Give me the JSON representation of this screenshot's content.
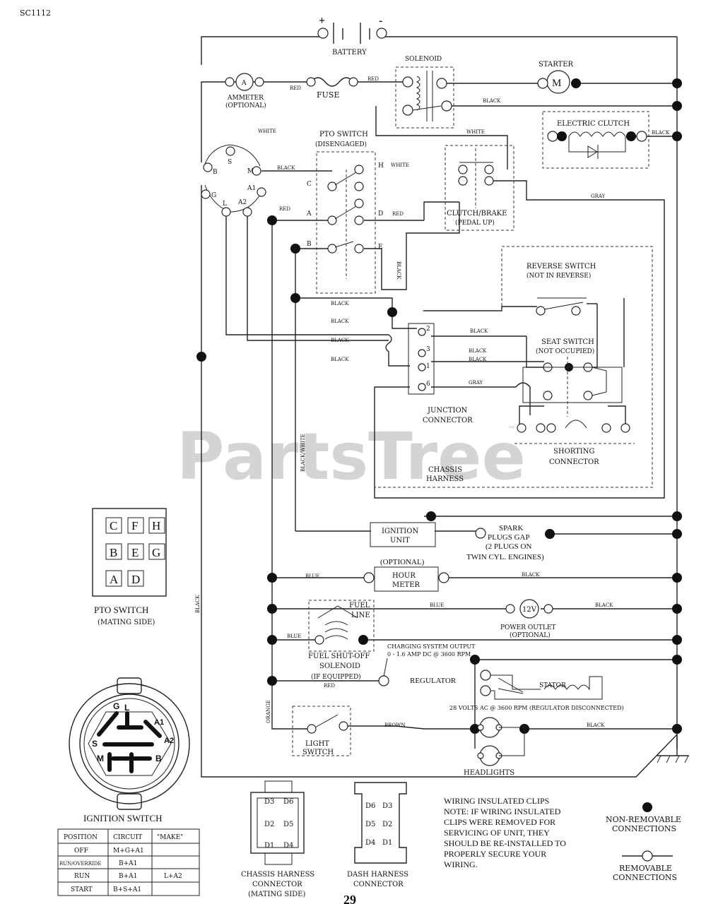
{
  "page_code": "SC1112",
  "page_number": "29",
  "watermark": "PartsTree",
  "watermark_tm": "™",
  "components": {
    "battery": "BATTERY",
    "battery_plus": "+",
    "battery_minus": "-",
    "solenoid": "SOLENOID",
    "starter": "STARTER",
    "starter_motor": "M",
    "ammeter": "AMMETER",
    "ammeter_optional": "(OPTIONAL)",
    "ammeter_symbol": "A",
    "fuse": "FUSE",
    "electric_clutch": "ELECTRIC CLUTCH",
    "pto_switch": "PTO SWITCH",
    "pto_switch_state": "(DISENGAGED)",
    "clutch_brake": "CLUTCH/BRAKE",
    "clutch_brake_state": "(PEDAL UP)",
    "reverse_switch": "REVERSE SWITCH",
    "reverse_switch_state": "(NOT IN REVERSE)",
    "seat_switch": "SEAT SWITCH",
    "seat_switch_state": "(NOT OCCUPIED)",
    "junction_connector_1": "JUNCTION",
    "junction_connector_2": "CONNECTOR",
    "shorting_connector_1": "SHORTING",
    "shorting_connector_2": "CONNECTOR",
    "chassis_harness_1": "CHASSIS",
    "chassis_harness_2": "HARNESS",
    "ignition_unit_1": "IGNITION",
    "ignition_unit_2": "UNIT",
    "spark_1": "SPARK",
    "spark_2": "PLUGS GAP",
    "spark_3": "(2 PLUGS ON",
    "spark_4": "TWIN CYL. ENGINES)",
    "hour_meter_optional": "(OPTIONAL)",
    "hour_meter_1": "HOUR",
    "hour_meter_2": "METER",
    "fuel_line_1": "FUEL",
    "fuel_line_2": "LINE",
    "power_outlet_1": "POWER OUTLET",
    "power_outlet_2": "(OPTIONAL)",
    "power_outlet_symbol": "12V",
    "fuel_shutoff_1": "FUEL SHUT-OFF",
    "fuel_shutoff_2": "SOLENOID",
    "fuel_shutoff_3": "(IF EQUIPPED)",
    "charging_1": "CHARGING SYSTEM OUTPUT",
    "charging_2": "0 - 1.6 AMP DC @ 3600 RPM",
    "regulator": "REGULATOR",
    "stator": "STATOR",
    "volt_ac": "28 VOLTS AC @ 3600 RPM (REGULATOR DISCONNECTED)",
    "light_switch_1": "LIGHT",
    "light_switch_2": "SWITCH",
    "headlights": "HEADLIGHTS"
  },
  "wire_colors": {
    "red": "RED",
    "black": "BLACK",
    "white": "WHITE",
    "gray": "GRAY",
    "blue": "BLUE",
    "orange": "ORANGE",
    "brown": "BROWN",
    "black_white": "BLACK/WHITE"
  },
  "ignition_terminals": {
    "s": "S",
    "b": "B",
    "m": "M",
    "g": "G",
    "l": "L",
    "a1": "A1",
    "a2": "A2"
  },
  "pto_terminals": {
    "a": "A",
    "b": "B",
    "c": "C",
    "d": "D",
    "e": "E",
    "h": "H"
  },
  "junction_pins": {
    "p2": "2",
    "p3": "3",
    "p1": "1",
    "p6": "6"
  },
  "pto_mating": {
    "grid": [
      [
        "C",
        "F",
        "H"
      ],
      [
        "B",
        "E",
        "G"
      ],
      [
        "A",
        "D"
      ]
    ],
    "caption_1": "PTO SWITCH",
    "caption_2": "(MATING SIDE)"
  },
  "ignition_switch": {
    "caption": "IGNITION SWITCH",
    "face_labels": {
      "g": "G",
      "l": "L",
      "a1": "A1",
      "s": "S",
      "a2": "A2",
      "m": "M",
      "b": "B"
    },
    "table": {
      "headers": [
        "POSITION",
        "CIRCUIT",
        "\"MAKE\""
      ],
      "rows": [
        [
          "OFF",
          "M+G+A1",
          ""
        ],
        [
          "RUN/OVERRIDE",
          "B+A1",
          ""
        ],
        [
          "RUN",
          "B+A1",
          "L+A2"
        ],
        [
          "START",
          "B+S+A1",
          ""
        ]
      ]
    }
  },
  "chassis_connector": {
    "pins": [
      "D3",
      "D6",
      "D2",
      "D5",
      "D1",
      "D4"
    ],
    "caption_1": "CHASSIS HARNESS",
    "caption_2": "CONNECTOR",
    "caption_3": "(MATING SIDE)"
  },
  "dash_connector": {
    "pins": [
      "D6",
      "D3",
      "D5",
      "D2",
      "D4",
      "D1"
    ],
    "caption_1": "DASH HARNESS",
    "caption_2": "CONNECTOR"
  },
  "note": {
    "line1": "WIRING INSULATED CLIPS",
    "line2": "NOTE: IF WIRING INSULATED",
    "line3": "CLIPS WERE REMOVED FOR",
    "line4": "SERVICING OF UNIT, THEY",
    "line5": "SHOULD BE RE-INSTALLED TO",
    "line6": "PROPERLY SECURE YOUR",
    "line7": "WIRING."
  },
  "legend": {
    "non_removable_1": "NON-REMOVABLE",
    "non_removable_2": "CONNECTIONS",
    "removable_1": "REMOVABLE",
    "removable_2": "CONNECTIONS"
  }
}
